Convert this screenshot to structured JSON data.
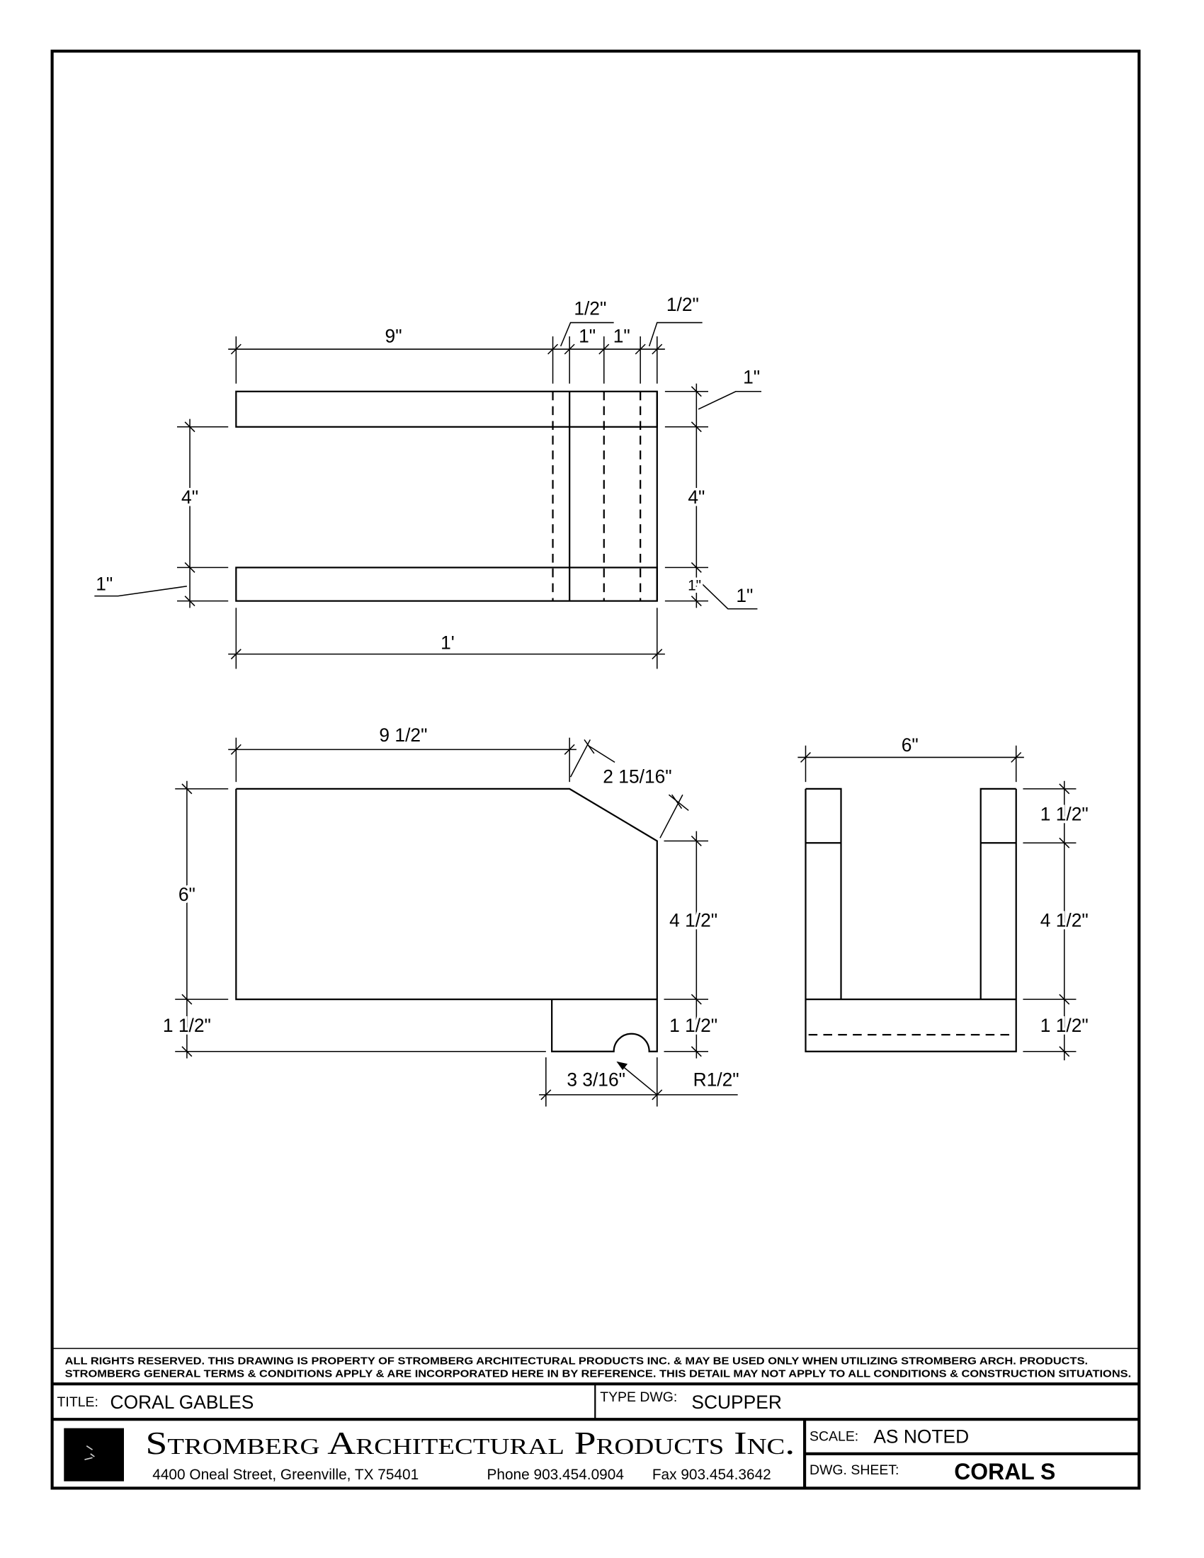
{
  "top_view": {
    "dims": {
      "overall_length": "1'",
      "slot_length": "9\"",
      "half_a": "1/2\"",
      "one_a": "1\"",
      "one_b": "1\"",
      "half_b": "1/2\"",
      "height_left": "4\"",
      "height_right": "4\"",
      "flange_left": "1\"",
      "flange_right_top": "1\"",
      "flange_right_bottom": "1\"",
      "flange_right_small": "1\""
    }
  },
  "side_view": {
    "dims": {
      "top_length": "9 1/2\"",
      "chamfer": "2 15/16\"",
      "height": "6\"",
      "base_left": "1 1/2\"",
      "right_height": "4 1/2\"",
      "base_right": "1 1/2\"",
      "notch_offset": "3 3/16\"",
      "radius": "R1/2\""
    }
  },
  "end_view": {
    "dims": {
      "width": "6\"",
      "top": "1 1/2\"",
      "middle": "4 1/2\"",
      "bottom": "1 1/2\""
    }
  },
  "title_block": {
    "notes": [
      "ALL RIGHTS RESERVED. THIS DRAWING IS PROPERTY OF STROMBERG ARCHITECTURAL PRODUCTS INC. & MAY BE USED ONLY WHEN UTILIZING STROMBERG ARCH. PRODUCTS.",
      "STROMBERG GENERAL TERMS & CONDITIONS APPLY & ARE INCORPORATED HERE IN BY REFERENCE. THIS DETAIL MAY NOT APPLY TO ALL CONDITIONS & CONSTRUCTION SITUATIONS."
    ],
    "title_label": "TITLE:",
    "title_value": "CORAL GABLES",
    "type_label": "TYPE DWG:",
    "type_value": "SCUPPER",
    "company": "Stromberg Architectural Products Inc.",
    "address": "4400 Oneal Street, Greenville, TX  75401",
    "phone": "Phone 903.454.0904",
    "fax": "Fax 903.454.3642",
    "scale_label": "SCALE:",
    "scale_value": "AS NOTED",
    "sheet_label": "DWG. SHEET:",
    "sheet_value": "CORAL S"
  }
}
